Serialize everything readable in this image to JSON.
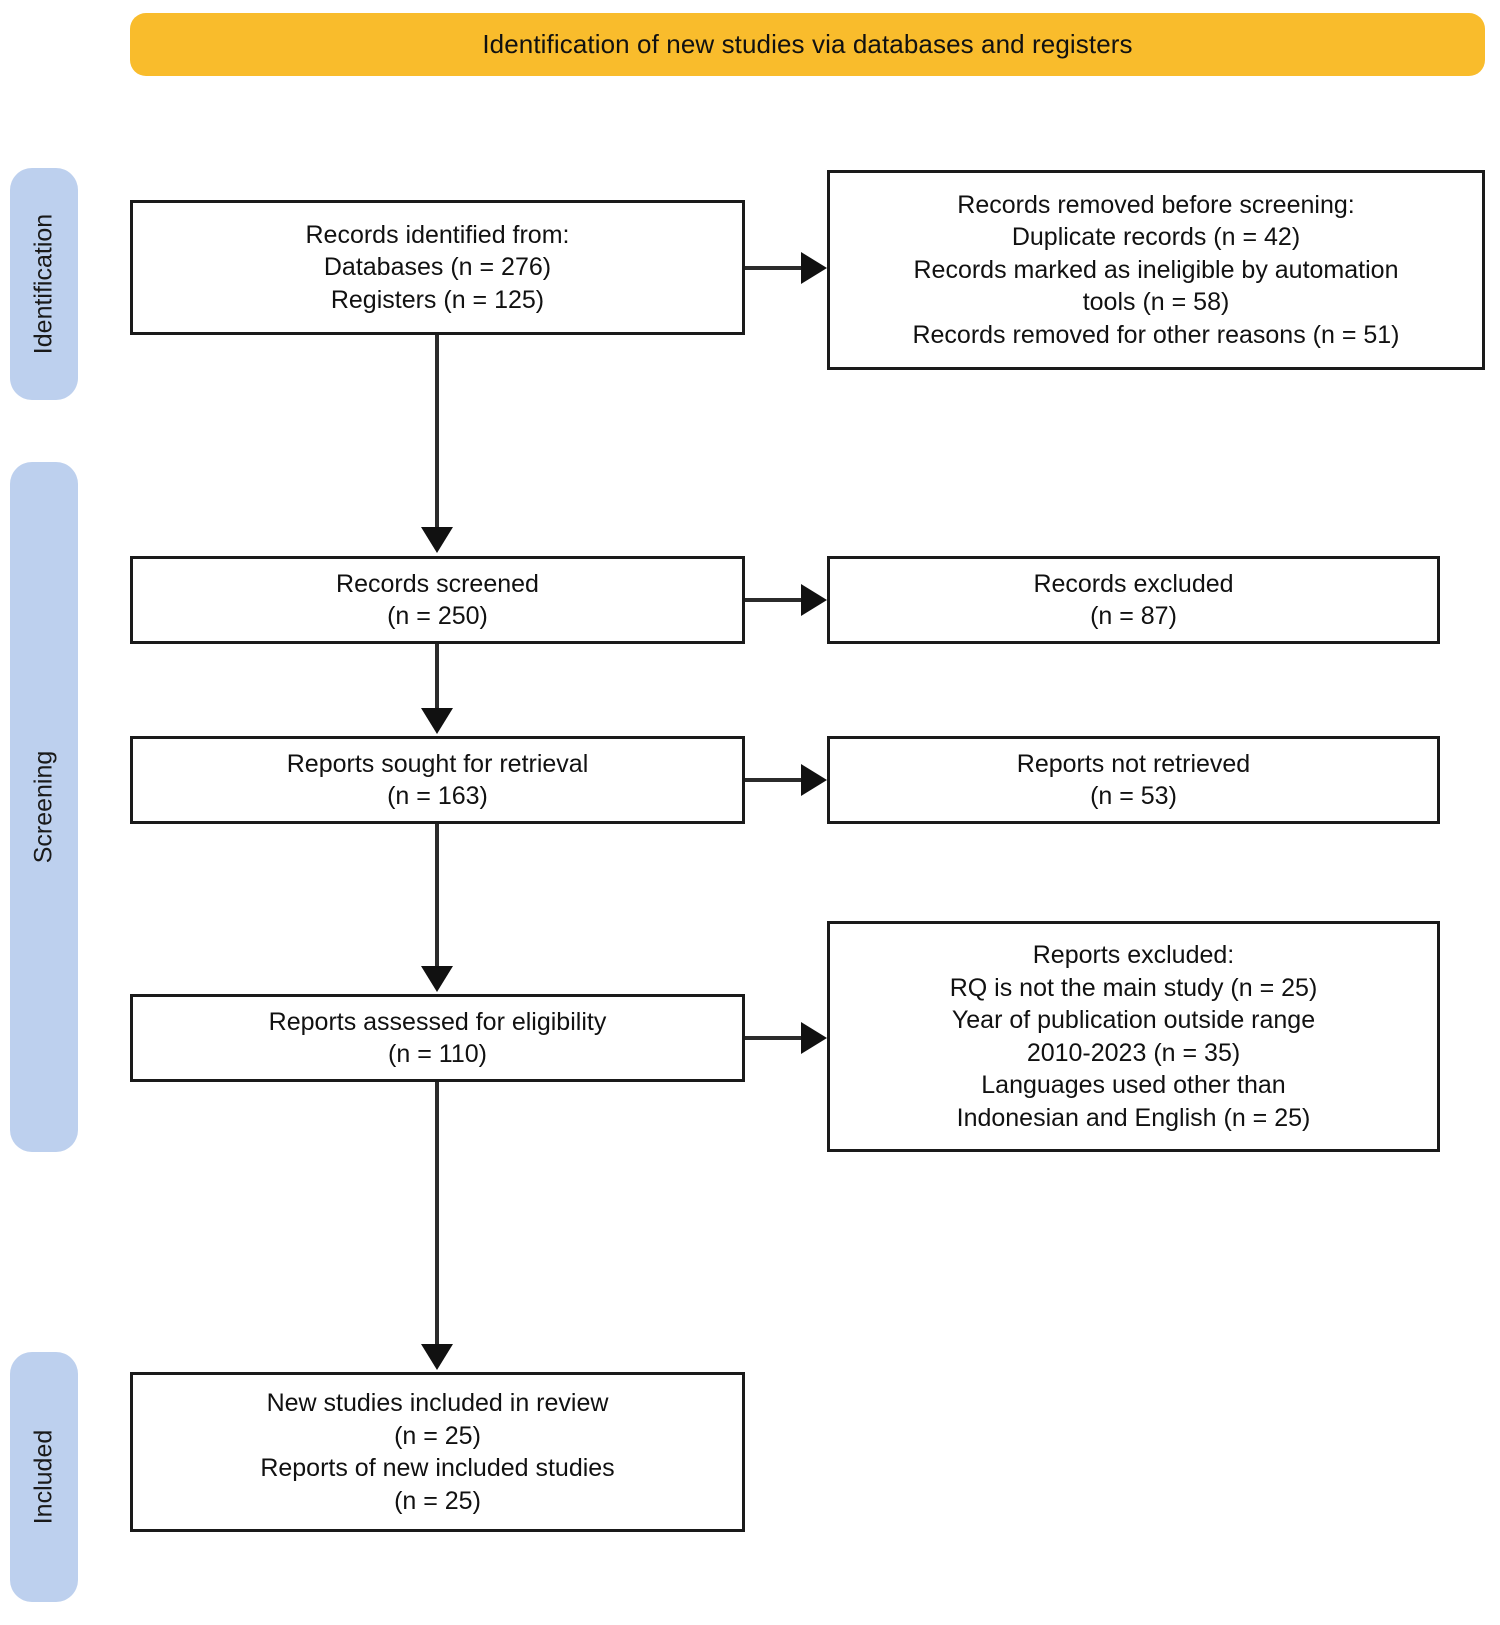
{
  "banner": {
    "title": "Identification of new studies via databases and registers",
    "color": "#F9BC2C"
  },
  "stages": {
    "color": "#BDD0EE",
    "items": [
      {
        "id": "identification",
        "label": "Identification"
      },
      {
        "id": "screening",
        "label": "Screening"
      },
      {
        "id": "included",
        "label": "Included"
      }
    ]
  },
  "boxes": {
    "identified": {
      "name": "records-identified",
      "lines": [
        "Records identified from:",
        "Databases (n = 276)",
        "Registers (n = 125)"
      ]
    },
    "removed": {
      "name": "records-removed-before-screening",
      "lines": [
        "Records removed before screening:",
        "Duplicate records (n = 42)",
        "Records marked as ineligible by automation",
        "tools (n = 58)",
        "Records removed for other reasons (n = 51)"
      ]
    },
    "screened": {
      "name": "records-screened",
      "lines": [
        "Records screened",
        "(n = 250)"
      ]
    },
    "excluded": {
      "name": "records-excluded",
      "lines": [
        "Records excluded",
        "(n = 87)"
      ]
    },
    "sought": {
      "name": "reports-sought-for-retrieval",
      "lines": [
        "Reports sought for retrieval",
        "(n = 163)"
      ]
    },
    "not_retrieved": {
      "name": "reports-not-retrieved",
      "lines": [
        "Reports not retrieved",
        "(n = 53)"
      ]
    },
    "assessed": {
      "name": "reports-assessed-for-eligibility",
      "lines": [
        "Reports assessed for eligibility",
        "(n = 110)"
      ]
    },
    "reports_excluded": {
      "name": "reports-excluded",
      "lines": [
        "Reports excluded:",
        "RQ is not the main study (n = 25)",
        "Year of publication outside range",
        "2010-2023 (n = 35)",
        "Languages used other than",
        "Indonesian and English (n = 25)"
      ]
    },
    "included": {
      "name": "new-studies-included",
      "lines": [
        "New studies included in review",
        "(n = 25)",
        "Reports of new included studies",
        "(n = 25)"
      ]
    }
  },
  "chart_data": {
    "type": "diagram",
    "title": "Identification of new studies via databases and registers",
    "nodes": [
      {
        "id": "identified",
        "stage": "Identification",
        "side": "left",
        "counts": {
          "Databases": 276,
          "Registers": 125
        }
      },
      {
        "id": "removed",
        "stage": "Identification",
        "side": "right",
        "counts": {
          "Duplicate records": 42,
          "Marked ineligible by automation tools": 58,
          "Removed for other reasons": 51
        }
      },
      {
        "id": "screened",
        "stage": "Screening",
        "side": "left",
        "counts": {
          "n": 250
        }
      },
      {
        "id": "excluded",
        "stage": "Screening",
        "side": "right",
        "counts": {
          "n": 87
        }
      },
      {
        "id": "sought",
        "stage": "Screening",
        "side": "left",
        "counts": {
          "n": 163
        }
      },
      {
        "id": "not_retrieved",
        "stage": "Screening",
        "side": "right",
        "counts": {
          "n": 53
        }
      },
      {
        "id": "assessed",
        "stage": "Screening",
        "side": "left",
        "counts": {
          "n": 110
        }
      },
      {
        "id": "reports_excluded",
        "stage": "Screening",
        "side": "right",
        "counts": {
          "RQ is not the main study": 25,
          "Year of publication outside range 2010-2023": 35,
          "Languages other than Indonesian and English": 25
        }
      },
      {
        "id": "included",
        "stage": "Included",
        "side": "left",
        "counts": {
          "New studies included in review": 25,
          "Reports of new included studies": 25
        }
      }
    ],
    "edges": [
      {
        "from": "identified",
        "to": "removed",
        "direction": "right"
      },
      {
        "from": "identified",
        "to": "screened",
        "direction": "down"
      },
      {
        "from": "screened",
        "to": "excluded",
        "direction": "right"
      },
      {
        "from": "screened",
        "to": "sought",
        "direction": "down"
      },
      {
        "from": "sought",
        "to": "not_retrieved",
        "direction": "right"
      },
      {
        "from": "sought",
        "to": "assessed",
        "direction": "down"
      },
      {
        "from": "assessed",
        "to": "reports_excluded",
        "direction": "right"
      },
      {
        "from": "assessed",
        "to": "included",
        "direction": "down"
      }
    ]
  }
}
